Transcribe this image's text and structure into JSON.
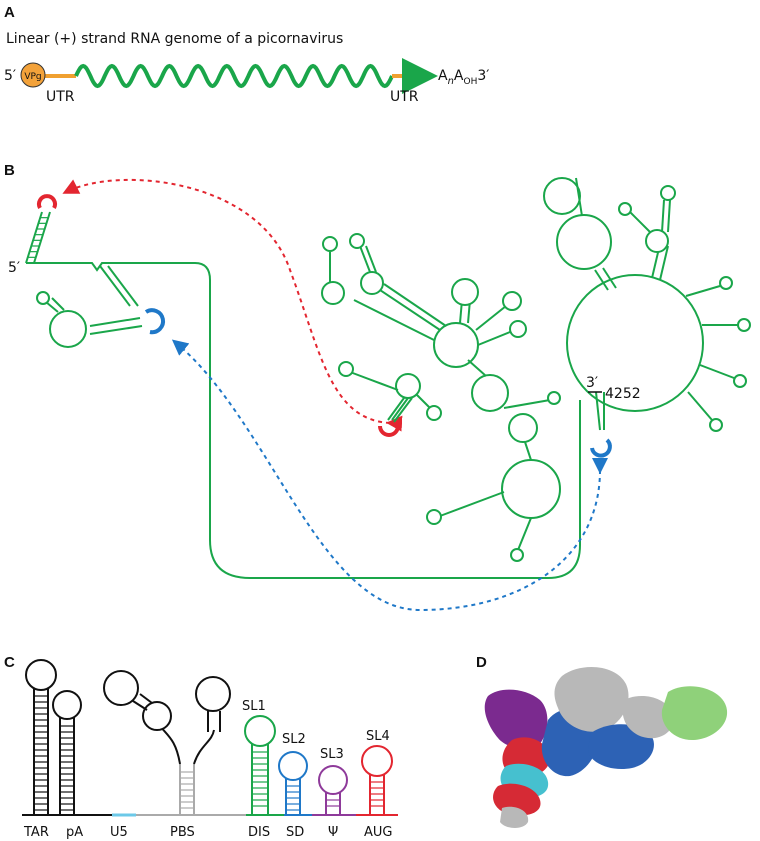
{
  "panels": {
    "a": {
      "letter": "A",
      "title": "Linear (+) strand RNA genome of a picornavirus",
      "five_prime": "5′",
      "vpg": "VPg",
      "utr_left": "UTR",
      "utr_right": "UTR",
      "tail_a": "A",
      "tail_n": "n",
      "tail_a2": "A",
      "tail_oh": "OH",
      "three_prime": "3′"
    },
    "b": {
      "letter": "B",
      "five_prime": "5′",
      "three_prime": "3′",
      "position": "4252"
    },
    "c": {
      "letter": "C",
      "labels": [
        "TAR",
        "pA",
        "U5",
        "PBS",
        "DIS",
        "SD",
        "Ψ",
        "AUG"
      ],
      "stem_loops": [
        "SL1",
        "SL2",
        "SL3",
        "SL4"
      ]
    },
    "d": {
      "letter": "D"
    }
  },
  "colors": {
    "rna_green": "#1aa64a",
    "utr_orange": "#f0a030",
    "vpg_fill": "#f3a23a",
    "interaction_red": "#e32630",
    "interaction_blue": "#1f78c8",
    "u5_cyan": "#6cc9e8",
    "pbs_gray": "#aaaaaa",
    "sl2_blue": "#1f78c8",
    "sl3_purple": "#8e3a9a",
    "sl4_red": "#e32630",
    "d_purple": "#7b2a8f",
    "d_red": "#d62a35",
    "d_cyan": "#46c0cf",
    "d_gray": "#b8b8b8",
    "d_blue": "#2d62b5",
    "d_green": "#8fd17a"
  }
}
